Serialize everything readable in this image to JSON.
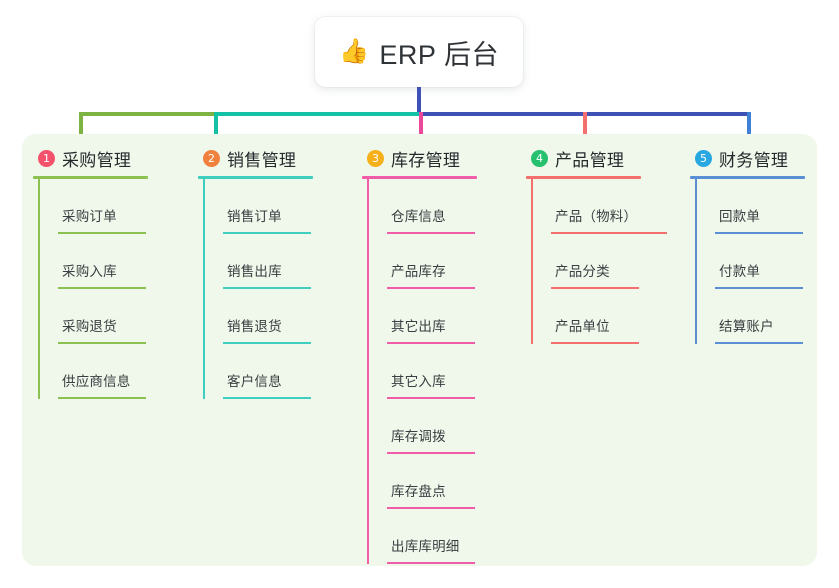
{
  "root": {
    "emoji": "👍",
    "icon_name": "thumbs-up-icon",
    "title": "ERP 后台"
  },
  "palette": {
    "panel_bg": "#eff8ea",
    "root_text": "#2f3337",
    "trunk": "#3f51b5"
  },
  "connectors": {
    "bar_left_color": "#7cb342",
    "bar_mid_color": "#13c2a6",
    "bar_right_color": "#3f51b5"
  },
  "columns": [
    {
      "index": "1",
      "title": "采购管理",
      "badge_color": "#f4516c",
      "line_color": "#8cc152",
      "items": [
        "采购订单",
        "采购入库",
        "采购退货",
        "供应商信息"
      ]
    },
    {
      "index": "2",
      "title": "销售管理",
      "badge_color": "#f0813c",
      "line_color": "#3fcfbe",
      "items": [
        "销售订单",
        "销售出库",
        "销售退货",
        "客户信息"
      ]
    },
    {
      "index": "3",
      "title": "库存管理",
      "badge_color": "#f5b01a",
      "line_color": "#ef5da8",
      "items": [
        "仓库信息",
        "产品库存",
        "其它出库",
        "其它入库",
        "库存调拨",
        "库存盘点",
        "出库库明细"
      ]
    },
    {
      "index": "4",
      "title": "产品管理",
      "badge_color": "#25c16f",
      "line_color": "#f4706e",
      "items": [
        "产品（物料）",
        "产品分类",
        "产品单位"
      ]
    },
    {
      "index": "5",
      "title": "财务管理",
      "badge_color": "#29a7e1",
      "line_color": "#5b8fd4",
      "items": [
        "回款单",
        "付款单",
        "结算账户"
      ]
    }
  ]
}
